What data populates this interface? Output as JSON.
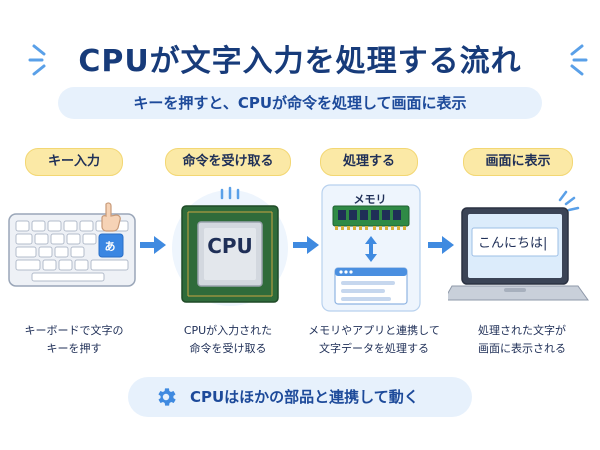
{
  "title": "CPUが文字入力を処理する流れ",
  "subtitle": "キーを押すと、CPUが命令を処理して画面に表示",
  "steps": [
    {
      "label": "キー入力",
      "desc_line1": "キーボードで文字の",
      "desc_line2": "キーを押す"
    },
    {
      "label": "命令を受け取る",
      "desc_line1": "CPUが入力された",
      "desc_line2": "命令を受け取る"
    },
    {
      "label": "処理する",
      "desc_line1": "メモリやアプリと連携して",
      "desc_line2": "文字データを処理する"
    },
    {
      "label": "画面に表示",
      "desc_line1": "処理された文字が",
      "desc_line2": "画面に表示される"
    }
  ],
  "keyboard_key": "あ",
  "cpu_chip_label": "CPU",
  "memory_label": "メモリ",
  "screen_text": "こんにちは|",
  "footer": "CPUはほかの部品と連携して動く",
  "colors": {
    "accent": "#1d4a9a",
    "arrow": "#3f8ae0",
    "label_bg": "#fbe9a6",
    "pill_bg": "#e7f1fc"
  }
}
